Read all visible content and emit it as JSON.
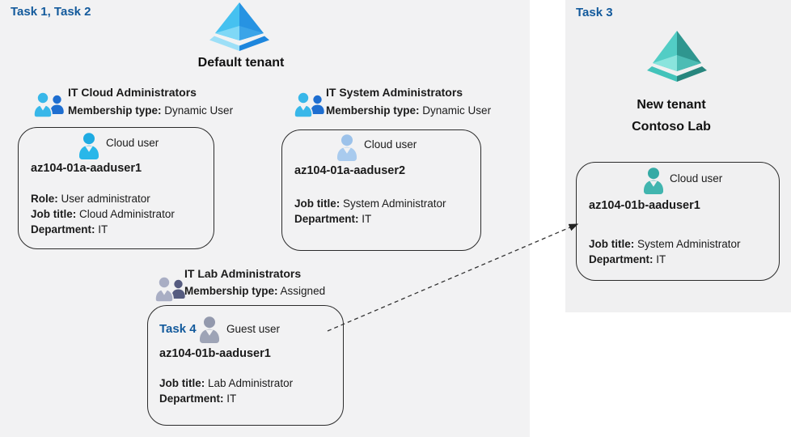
{
  "colors": {
    "task_label_blue": "#135a9c",
    "left_panel_bg": "#f2f2f3",
    "right_panel_bg": "#f0f0f1",
    "card_border": "#2b2b2b",
    "cloud_user_cyan": "#29b7e9",
    "cloud_user_light_blue": "#a9cbee",
    "guest_user_gray": "#9ea4b6",
    "cloud_user_teal": "#41b5af",
    "group_icon_blue_front": "#38b7e9",
    "group_icon_blue_back": "#1e6ed0",
    "group_icon_gray_front": "#a9aec4",
    "group_icon_gray_back": "#565c80",
    "tenant_icon_blue": "#2793e2",
    "tenant_icon_teal": "#2f968f"
  },
  "left_panel": {
    "task_label": "Task 1, Task 2",
    "tenant_title": "Default tenant"
  },
  "right_panel": {
    "task_label": "Task 3",
    "tenant_title_line1": "New tenant",
    "tenant_title_line2": "Contoso Lab"
  },
  "groups": [
    {
      "title": "IT Cloud Administrators",
      "membership_label": "Membership type:",
      "membership_value": "Dynamic User"
    },
    {
      "title": "IT System Administrators",
      "membership_label": "Membership type:",
      "membership_value": "Dynamic User"
    },
    {
      "title": "IT Lab Administrators",
      "membership_label": "Membership type:",
      "membership_value": "Assigned"
    }
  ],
  "user_cards": [
    {
      "user_type": "Cloud user",
      "username": "az104-01a-aaduser1",
      "fields": [
        {
          "label": "Role:",
          "value": "User administrator"
        },
        {
          "label": "Job title:",
          "value": "Cloud Administrator"
        },
        {
          "label": "Department:",
          "value": "IT"
        }
      ]
    },
    {
      "user_type": "Cloud user",
      "username": "az104-01a-aaduser2",
      "fields": [
        {
          "label": "Job title:",
          "value": "System Administrator"
        },
        {
          "label": "Department:",
          "value": "IT"
        }
      ]
    },
    {
      "task_label": "Task 4",
      "user_type": "Guest user",
      "username": "az104-01b-aaduser1",
      "fields": [
        {
          "label": "Job title:",
          "value": "Lab Administrator"
        },
        {
          "label": "Department:",
          "value": "IT"
        }
      ]
    },
    {
      "user_type": "Cloud user",
      "username": "az104-01b-aaduser1",
      "fields": [
        {
          "label": "Job title:",
          "value": "System Administrator"
        },
        {
          "label": "Department:",
          "value": "IT"
        }
      ]
    }
  ]
}
